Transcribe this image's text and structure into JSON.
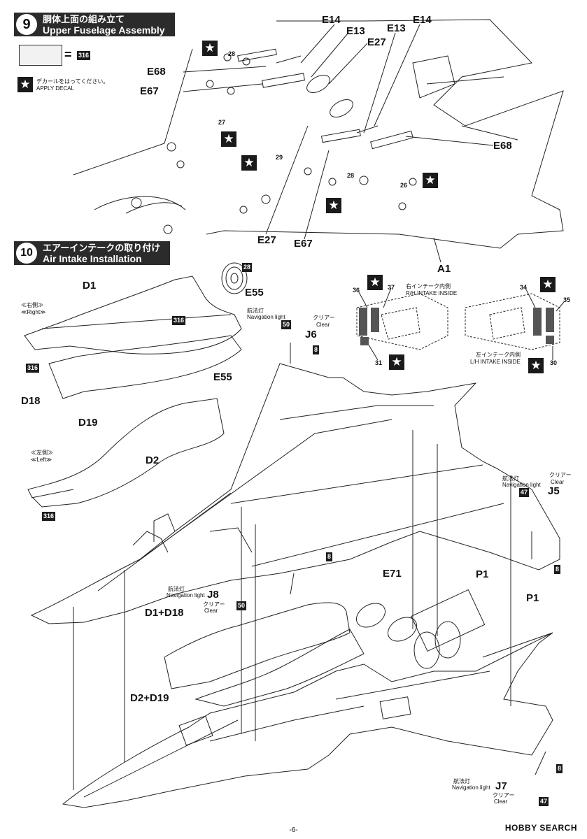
{
  "step9": {
    "number": "9",
    "title_jp": "胴体上面の組み立て",
    "title_en": "Upper Fuselage Assembly"
  },
  "legend": {
    "paint_code": "316",
    "decal_jp": "デカールをはってください。",
    "decal_en": "APPLY DECAL"
  },
  "step9_labels": [
    "E14",
    "E13",
    "E27",
    "E13",
    "E14",
    "E68",
    "E67",
    "E68",
    "E27",
    "E67",
    "A1"
  ],
  "step9_small": [
    "28",
    "27",
    "29",
    "28",
    "26"
  ],
  "step10": {
    "number": "10",
    "title_jp": "エアーインテークの取り付け",
    "title_en": "Air Intake Installation"
  },
  "step10_labels": {
    "D1": "D1",
    "E55_top": "E55",
    "D18": "D18",
    "D19": "D19",
    "E55": "E55",
    "D2": "D2",
    "J6": "J6",
    "J5": "J5",
    "E71": "E71",
    "P1a": "P1",
    "P1b": "P1",
    "J8": "J8",
    "D1D18": "D1+D18",
    "D2D19": "D2+D19",
    "J7": "J7"
  },
  "sides": {
    "right_jp": "≪右側≫",
    "right_en": "≪Right≫",
    "left_jp": "≪左側≫",
    "left_en": "≪Left≫"
  },
  "nav": {
    "jp": "航法灯",
    "en": "Navigation light",
    "clear_jp": "クリアー",
    "clear_en": "Clear"
  },
  "intake_inside": {
    "rh_jp": "右インテーク内側",
    "rh_en": "R/H INTAKE INSIDE",
    "lh_jp": "左インテーク内側",
    "lh_en": "L/H INTAKE INSIDE"
  },
  "paint_codes": {
    "c8": "8",
    "c50": "50",
    "c47": "47",
    "c316": "316",
    "c28": "28"
  },
  "decal_nums": [
    "36",
    "37",
    "31",
    "34",
    "35",
    "30"
  ],
  "page_number": "-6-",
  "watermark": "HOBBY SEARCH"
}
